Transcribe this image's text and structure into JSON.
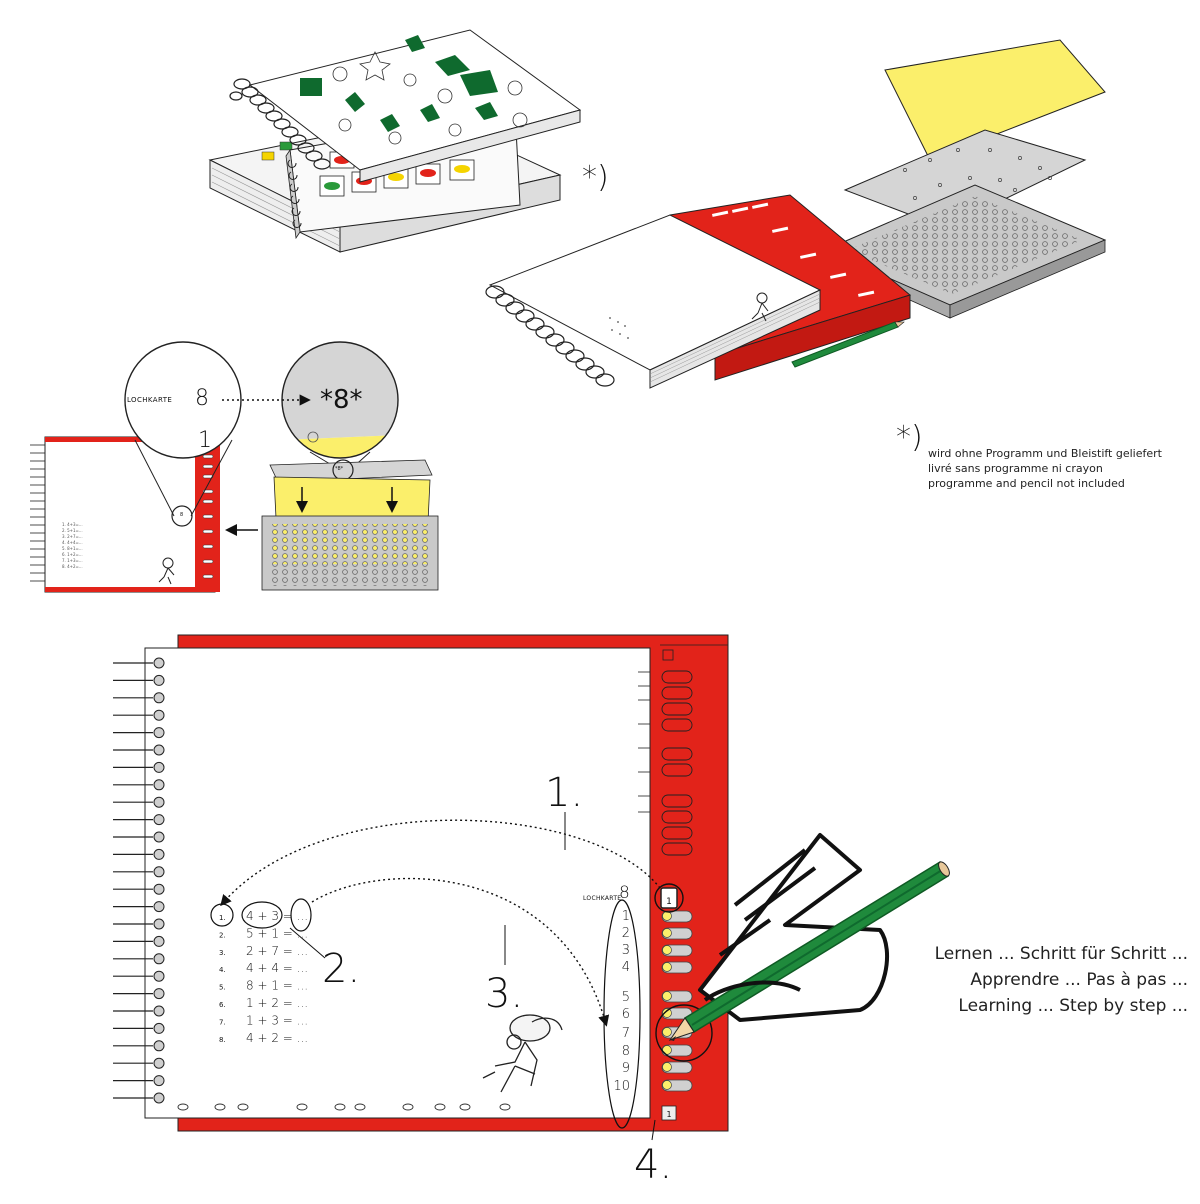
{
  "asterisk_symbol": "*)",
  "note": {
    "lines": [
      "wird ohne Programm und Bleistift geliefert",
      "livré sans programme ni crayon",
      "programme and pencil not included"
    ]
  },
  "zoom_left": {
    "label": "LOCHKARTE",
    "number": "8",
    "small_ref": "8"
  },
  "zoom_right": {
    "text": "*8*",
    "small_text": "*8*"
  },
  "corner_number": "1",
  "small_exercise_lines": [
    "1. 4+3=...",
    "2. 5+1=...",
    "3. 2+7=...",
    "4. 4+4=...",
    "5. 8+1=...",
    "6. 1+2=...",
    "7. 1+3=...",
    "8. 4+2=..."
  ],
  "main": {
    "lochkarte_label": "LOCHKARTE",
    "lochkarte_number": "8",
    "top_square": "1",
    "bottom_square": "1",
    "exercises": [
      {
        "num": "1.",
        "eq": "4 + 3 = ..."
      },
      {
        "num": "2.",
        "eq": "5 + 1 = ..."
      },
      {
        "num": "3.",
        "eq": "2 + 7 = ..."
      },
      {
        "num": "4.",
        "eq": "4 + 4 = ..."
      },
      {
        "num": "5.",
        "eq": "8 + 1 = ..."
      },
      {
        "num": "6.",
        "eq": "1 + 2 = ..."
      },
      {
        "num": "7.",
        "eq": "1 + 3 = ..."
      },
      {
        "num": "8.",
        "eq": "4 + 2 = ..."
      }
    ],
    "numbers": [
      "1",
      "2",
      "3",
      "4",
      "5",
      "6",
      "7",
      "8",
      "9",
      "10"
    ],
    "steps": [
      "1.",
      "2.",
      "3.",
      "4."
    ]
  },
  "slogans": [
    "Lernen ... Schritt für Schritt ...",
    "Apprendre ... Pas à pas ...",
    "Learning ... Step by step ..."
  ],
  "colors": {
    "red": "#e2231a",
    "green": "#1f8a3c",
    "dark_green": "#0f6a2e",
    "yellow": "#fbef6b",
    "grey": "#c8c8c8",
    "dark_grey": "#8a8a8a"
  }
}
